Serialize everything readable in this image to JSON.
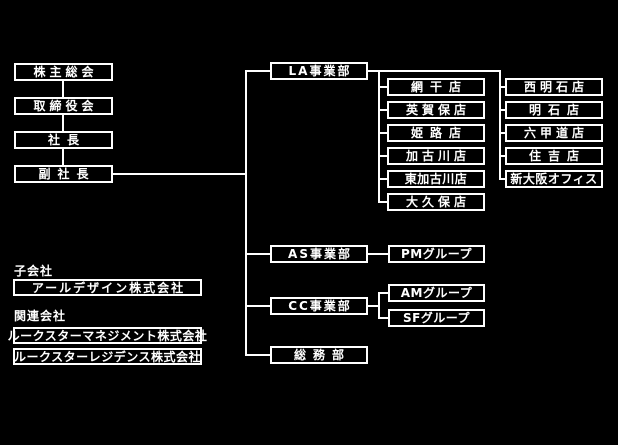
{
  "colors": {
    "background": "#000000",
    "line": "#ffffff",
    "text": "#ffffff"
  },
  "org": {
    "shareholders_meeting": "株主総会",
    "board_of_directors": "取締役会",
    "president": "社長",
    "vice_president": "副社長",
    "division_la": "LA事業部",
    "division_as": "AS事業部",
    "division_cc": "CC事業部",
    "general_affairs_dept": "総務部",
    "la_stores_col1": [
      "網干店",
      "英賀保店",
      "姫路店",
      "加古川店",
      "東加古川店",
      "大久保店"
    ],
    "la_stores_col2": [
      "西明石店",
      "明石店",
      "六甲道店",
      "住吉店",
      "新大阪オフィス"
    ],
    "pm_group": "PMグループ",
    "am_group": "AMグループ",
    "sf_group": "SFグループ"
  },
  "companies": {
    "subsidiary_label": "子会社",
    "subsidiary_name": "アールデザイン株式会社",
    "affiliates_label": "関連会社",
    "affiliate_1": "ルークスターマネジメント株式会社",
    "affiliate_2": "ルークスターレジデンス株式会社"
  }
}
